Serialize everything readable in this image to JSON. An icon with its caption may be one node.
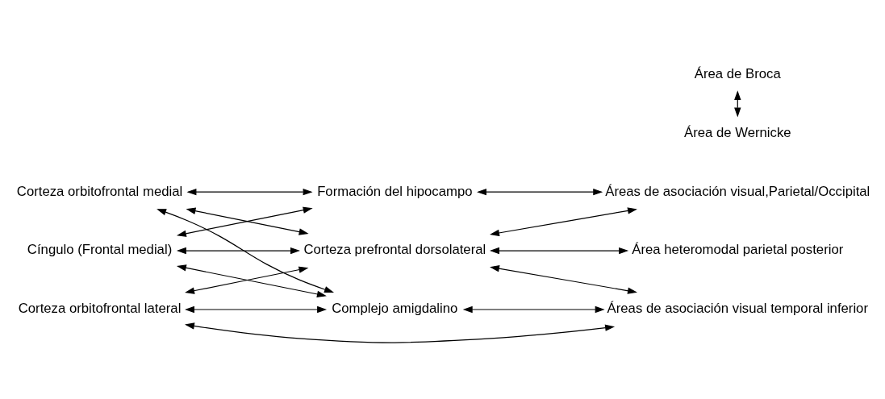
{
  "diagram": {
    "nodes": [
      {
        "text": [
          "Cíngulo (Frontal medial)"
        ]
      },
      {
        "text": [
          "Corteza orbitofrontal medial"
        ]
      },
      {
        "text": [
          "Corteza orbitofrontal lateral"
        ]
      },
      {
        "text": [
          "Formación del hipocampo"
        ]
      },
      {
        "text": [
          "Corteza prefrontal dorsolateral"
        ]
      },
      {
        "text": [
          "Complejo amigdalino"
        ]
      },
      {
        "text": [
          "Áreas de asociación visual,Parietal/Occipital"
        ]
      },
      {
        "text": [
          "Área heteromodal parietal posterior"
        ]
      },
      {
        "text": [
          "Área de Broca"
        ]
      },
      {
        "text": [
          "Área de Wernicke"
        ]
      },
      {
        "text": [
          "Áreas de asociación visual temporal inferior"
        ]
      }
    ],
    "edges": [
      {
        "from": 0,
        "to": 3,
        "arrow": "both"
      },
      {
        "from": 0,
        "to": 4,
        "arrow": "both"
      },
      {
        "from": 0,
        "to": 5,
        "arrow": "both"
      },
      {
        "from": 1,
        "to": 3,
        "arrow": "both"
      },
      {
        "from": 1,
        "to": 4,
        "arrow": "both"
      },
      {
        "from": 1,
        "to": 5,
        "arrow": "both"
      },
      {
        "from": 2,
        "to": 4,
        "arrow": "both"
      },
      {
        "from": 2,
        "to": 5,
        "arrow": "both"
      },
      {
        "from": 2,
        "to": 10,
        "arrow": "both"
      },
      {
        "from": 3,
        "to": 6,
        "arrow": "both"
      },
      {
        "from": 4,
        "to": 6,
        "arrow": "both"
      },
      {
        "from": 4,
        "to": 7,
        "arrow": "both"
      },
      {
        "from": 4,
        "to": 10,
        "arrow": "both"
      },
      {
        "from": 8,
        "to": 9,
        "arrow": "both"
      },
      {
        "from": 5,
        "to": 10,
        "arrow": "both"
      }
    ]
  }
}
